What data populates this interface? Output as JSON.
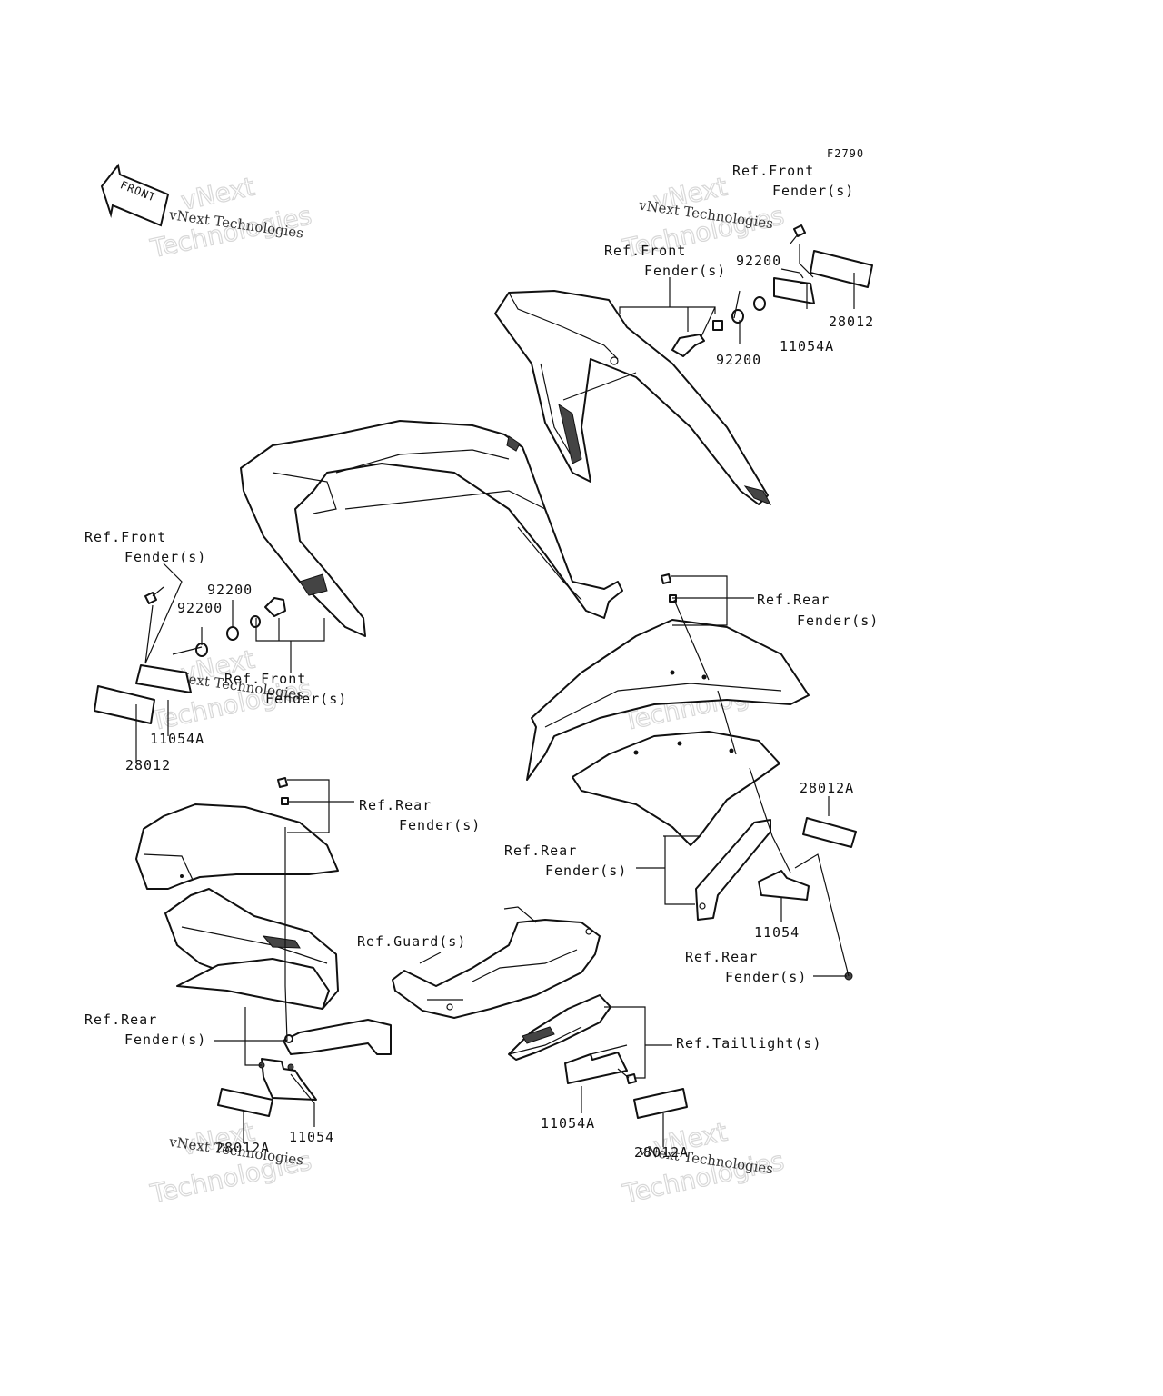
{
  "figure_code": "F2790",
  "front_arrow": "FRONT",
  "watermark": {
    "line1": "vNext Technologies",
    "line2": "vNext",
    "line3": "Technologies"
  },
  "labels": {
    "ref_front_fender_1a": "Ref.Front",
    "ref_front_fender_1b": "Fender(s)",
    "ref_front_fender_2a": "Ref.Front",
    "ref_front_fender_2b": "Fender(s)",
    "ref_front_fender_3a": "Ref.Front",
    "ref_front_fender_3b": "Fender(s)",
    "ref_front_fender_4a": "Ref.Front",
    "ref_front_fender_4b": "Fender(s)",
    "p92200_1": "92200",
    "p92200_2": "92200",
    "p92200_3": "92200",
    "p92200_4": "92200",
    "p28012_1": "28012",
    "p28012_2": "28012",
    "p11054A_1": "11054A",
    "p11054A_2": "11054A",
    "p11054A_3": "11054A",
    "ref_rear_fender_1a": "Ref.Rear",
    "ref_rear_fender_1b": "Fender(s)",
    "ref_rear_fender_2a": "Ref.Rear",
    "ref_rear_fender_2b": "Fender(s)",
    "ref_rear_fender_3a": "Ref.Rear",
    "ref_rear_fender_3b": "Fender(s)",
    "ref_rear_fender_4a": "Ref.Rear",
    "ref_rear_fender_4b": "Fender(s)",
    "ref_rear_fender_5a": "Ref.Rear",
    "ref_rear_fender_5b": "Fender(s)",
    "p28012A_1": "28012A",
    "p28012A_2": "28012A",
    "p28012A_3": "28012A",
    "p11054_1": "11054",
    "p11054_2": "11054",
    "ref_guard": "Ref.Guard(s)",
    "ref_taillight": "Ref.Taillight(s)"
  }
}
